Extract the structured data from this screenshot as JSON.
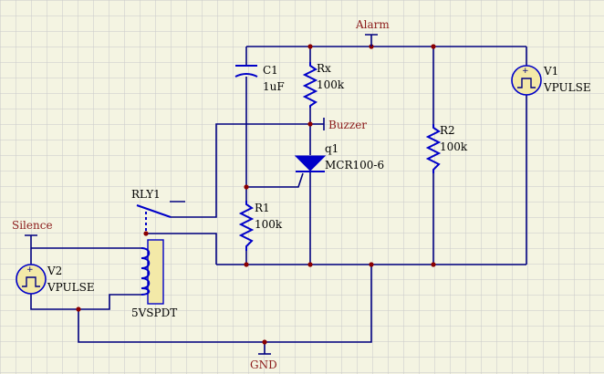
{
  "colors": {
    "background": "#f4f4e2",
    "grid": "#c9c9c9",
    "wire": "#000080",
    "component": "#0000c8",
    "net_label": "#8b1a1a",
    "junction": "#8b0000",
    "source_fill": "#f3e9a8",
    "coil_fill": "#f3e9a8"
  },
  "nets": {
    "alarm": "Alarm",
    "buzzer": "Buzzer",
    "silence": "Silence",
    "gnd": "GND"
  },
  "components": {
    "c1": {
      "ref": "C1",
      "value": "1uF"
    },
    "rx": {
      "ref": "Rx",
      "value": "100k"
    },
    "q1": {
      "ref": "q1",
      "value": "MCR100-6"
    },
    "r1": {
      "ref": "R1",
      "value": "100k"
    },
    "r2": {
      "ref": "R2",
      "value": "100k"
    },
    "v1": {
      "ref": "V1",
      "value": "VPULSE"
    },
    "v2": {
      "ref": "V2",
      "value": "VPULSE"
    },
    "rly1": {
      "ref": "RLY1",
      "value": "5VSPDT"
    }
  }
}
